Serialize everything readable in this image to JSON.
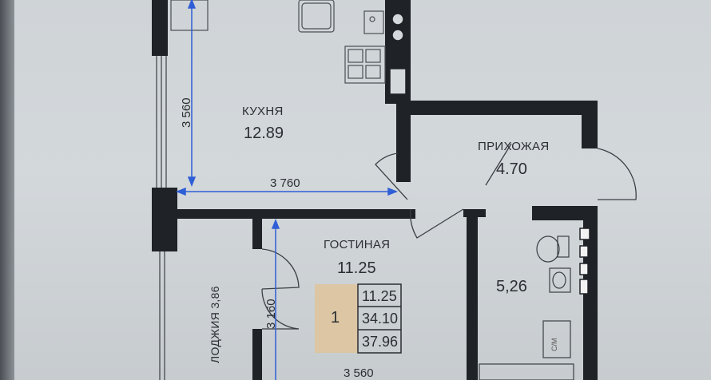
{
  "rooms": {
    "kitchen": {
      "name": "КУХНЯ",
      "area": "12.89"
    },
    "hall": {
      "name": "ПРИХОЖАЯ",
      "area": "4.70"
    },
    "living": {
      "name": "ГОСТИНАЯ",
      "area": "11.25"
    },
    "bath": {
      "area": "5,26"
    },
    "loggia": {
      "label": "ЛОДЖИЯ 3,86"
    }
  },
  "dimensions": {
    "kitchen_height": "3 560",
    "kitchen_width": "3 760",
    "living_height": "3 160",
    "living_width": "3 560"
  },
  "summary": {
    "rooms_count": "1",
    "living_area": "11.25",
    "total_area": "34.10",
    "full_area": "37.96"
  },
  "fixtures": {
    "washer_label": "С/М"
  },
  "colors": {
    "wall": "#1f2226",
    "dimension_line": "#2f5fd6",
    "summary_fill": "#dcc6a3"
  }
}
